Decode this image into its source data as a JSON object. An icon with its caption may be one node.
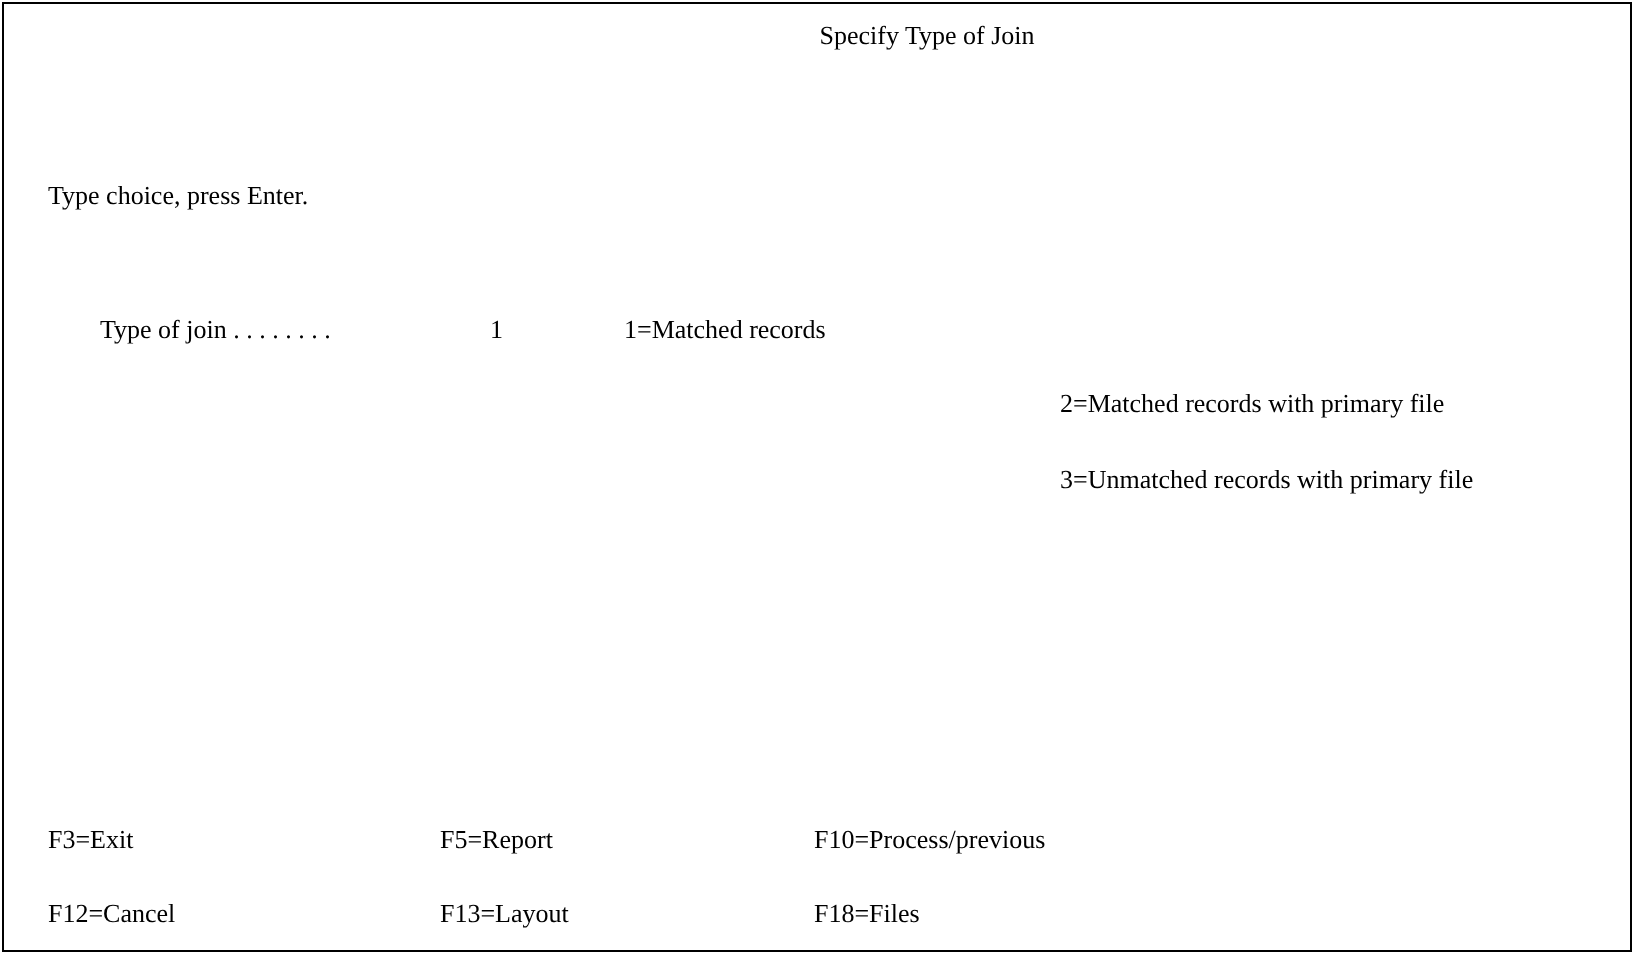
{
  "diagram": {
    "title": "Specify Type of Join",
    "labels": [
      "Type choice, press Enter.",
      "Type of join . . . . . . . .",
      "1",
      "1=Matched records",
      "2=Matched records with primary file",
      "3=Unmatched records with primary file",
      "F3=Exit",
      "F5=Report",
      "F10=Process/previous",
      "F12=Cancel",
      "F13=Layout",
      "F18=Files"
    ]
  }
}
